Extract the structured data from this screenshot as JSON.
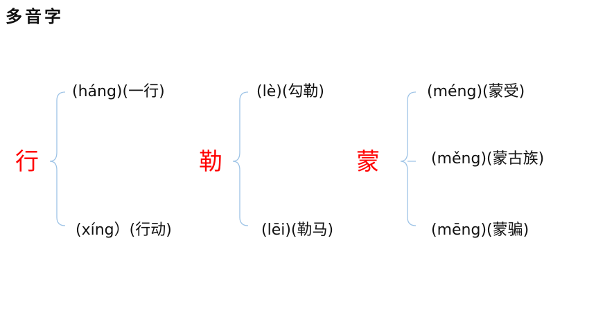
{
  "title": "多音字",
  "colors": {
    "head_char": "#ff0000",
    "bracket": "#9dc3e6",
    "text": "#111111"
  },
  "groups": [
    {
      "character": "行",
      "readings": [
        {
          "text": "(háng)(一行)"
        },
        {
          "text": "(xíng）(行动)"
        }
      ]
    },
    {
      "character": "勒",
      "readings": [
        {
          "text": "(lè)(勾勒)"
        },
        {
          "text": "(lēi)(勒马)"
        }
      ]
    },
    {
      "character": "蒙",
      "readings": [
        {
          "text": "(méng)(蒙受)"
        },
        {
          "text": "(měng)(蒙古族)"
        },
        {
          "text": "(mēng)(蒙骗)"
        }
      ]
    }
  ]
}
